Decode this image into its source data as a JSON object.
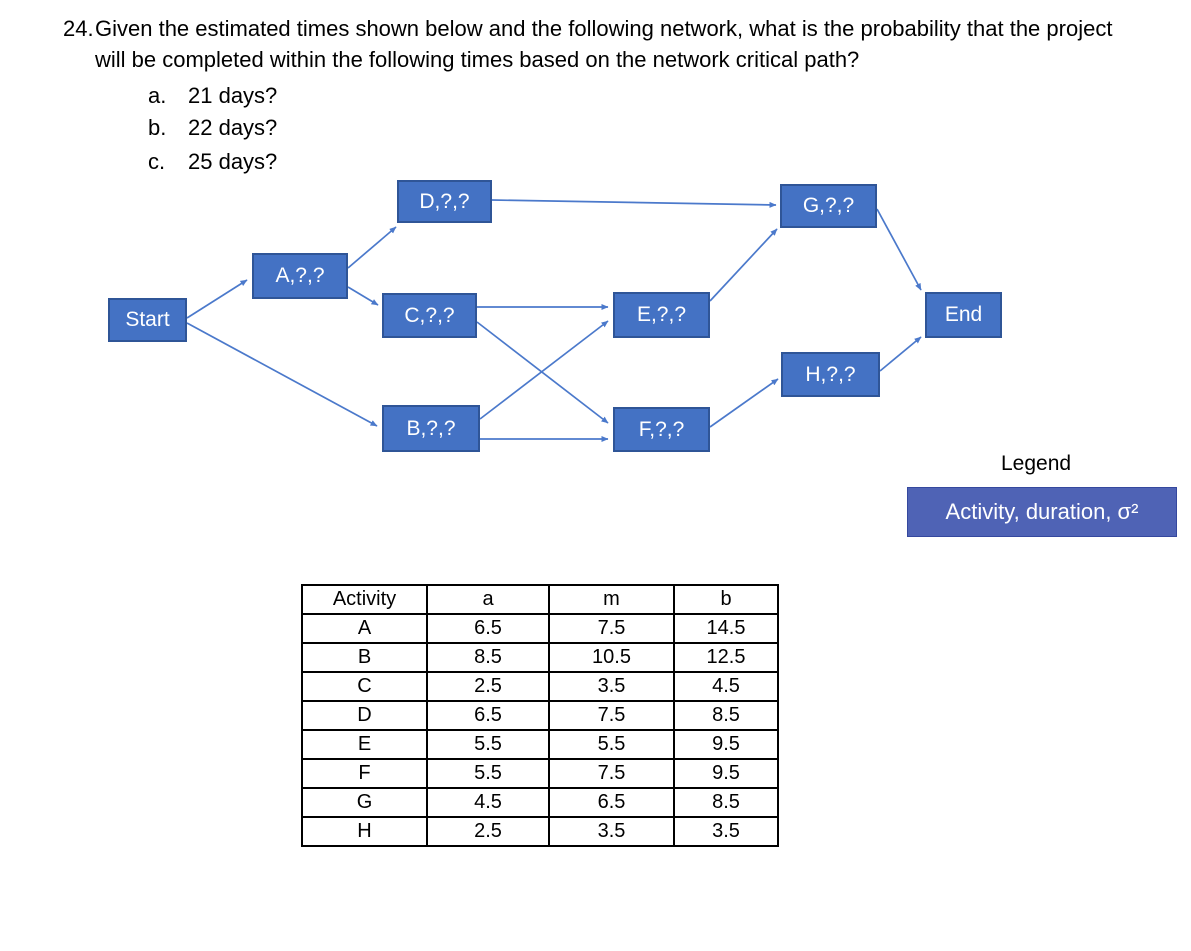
{
  "question": {
    "number": "24.",
    "text": "Given the estimated times shown below and the following network, what is the probability that the project will be completed within the following times based on the network critical path?",
    "items": [
      {
        "letter": "a.",
        "text": "21 days?"
      },
      {
        "letter": "b.",
        "text": "22 days?"
      },
      {
        "letter": "c.",
        "text": "25 days?"
      }
    ]
  },
  "diagram": {
    "nodes": [
      {
        "id": "start",
        "label": "Start"
      },
      {
        "id": "a",
        "label": "A,?,?"
      },
      {
        "id": "b",
        "label": "B,?,?"
      },
      {
        "id": "c",
        "label": "C,?,?"
      },
      {
        "id": "d",
        "label": "D,?,?"
      },
      {
        "id": "e",
        "label": "E,?,?"
      },
      {
        "id": "f",
        "label": "F,?,?"
      },
      {
        "id": "g",
        "label": "G,?,?"
      },
      {
        "id": "h",
        "label": "H,?,?"
      },
      {
        "id": "end",
        "label": "End"
      }
    ],
    "edges": [
      {
        "from": "Start",
        "to": "A"
      },
      {
        "from": "Start",
        "to": "B"
      },
      {
        "from": "A",
        "to": "D"
      },
      {
        "from": "A",
        "to": "C"
      },
      {
        "from": "C",
        "to": "E"
      },
      {
        "from": "C",
        "to": "F"
      },
      {
        "from": "B",
        "to": "E"
      },
      {
        "from": "B",
        "to": "F"
      },
      {
        "from": "D",
        "to": "G"
      },
      {
        "from": "E",
        "to": "G"
      },
      {
        "from": "F",
        "to": "H"
      },
      {
        "from": "G",
        "to": "End"
      },
      {
        "from": "H",
        "to": "End"
      }
    ]
  },
  "legend": {
    "title": "Legend",
    "entry": "Activity, duration, σ²"
  },
  "table": {
    "headers": [
      "Activity",
      "a",
      "m",
      "b"
    ],
    "rows": [
      [
        "A",
        "6.5",
        "7.5",
        "14.5"
      ],
      [
        "B",
        "8.5",
        "10.5",
        "12.5"
      ],
      [
        "C",
        "2.5",
        "3.5",
        "4.5"
      ],
      [
        "D",
        "6.5",
        "7.5",
        "8.5"
      ],
      [
        "E",
        "5.5",
        "5.5",
        "9.5"
      ],
      [
        "F",
        "5.5",
        "7.5",
        "9.5"
      ],
      [
        "G",
        "4.5",
        "6.5",
        "8.5"
      ],
      [
        "H",
        "2.5",
        "3.5",
        "3.5"
      ]
    ]
  },
  "colors": {
    "node_fill": "#4472C4",
    "node_border": "#2F5597",
    "arrow": "#4B79CB",
    "legend_fill": "#4F63B5",
    "text": "#000000"
  }
}
